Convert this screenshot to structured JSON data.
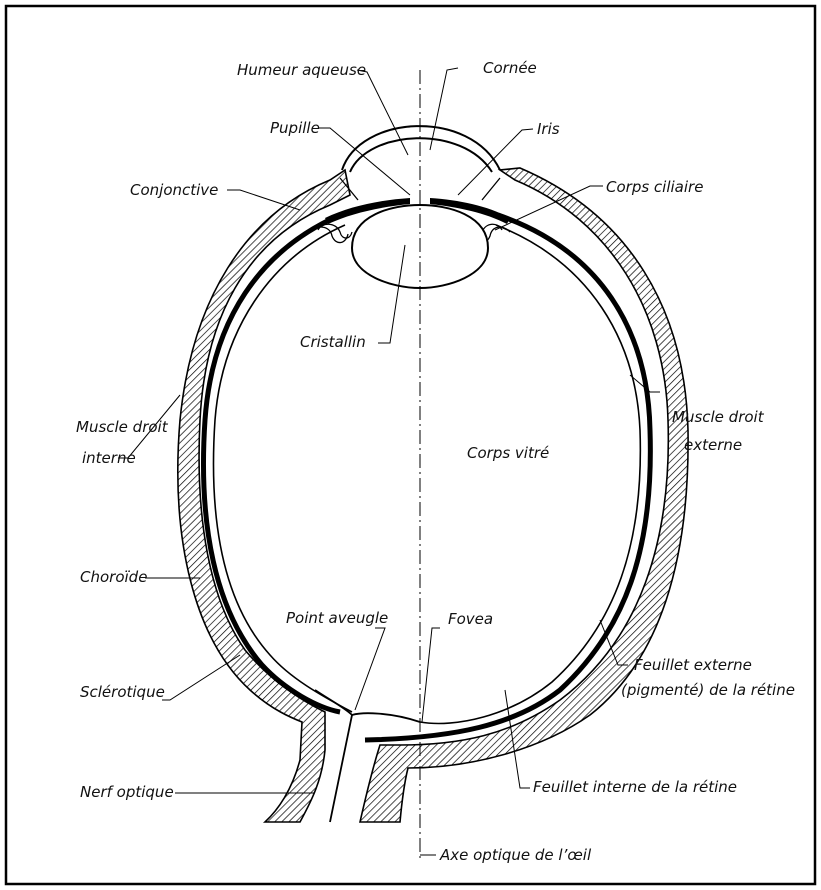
{
  "diagram": {
    "labels": {
      "humeur_aqueuse": "Humeur aqueuse",
      "cornee": "Cornée",
      "pupille": "Pupille",
      "iris": "Iris",
      "conjonctive": "Conjonctive",
      "corps_ciliaire": "Corps ciliaire",
      "cristallin": "Cristallin",
      "muscle_droit_interne_1": "Muscle droit",
      "muscle_droit_interne_2": "interne",
      "muscle_droit_externe_1": "Muscle droit",
      "muscle_droit_externe_2": "externe",
      "corps_vitre": "Corps vitré",
      "choroide": "Choroïde",
      "point_aveugle": "Point aveugle",
      "fovea": "Fovea",
      "feuillet_externe_1": "Feuillet externe",
      "feuillet_externe_2": "(pigmenté) de la rétine",
      "sclerotique": "Sclérotique",
      "nerf_optique": "Nerf optique",
      "feuillet_interne": "Feuillet interne de la rétine",
      "axe_optique": "Axe optique de l’œil"
    }
  }
}
